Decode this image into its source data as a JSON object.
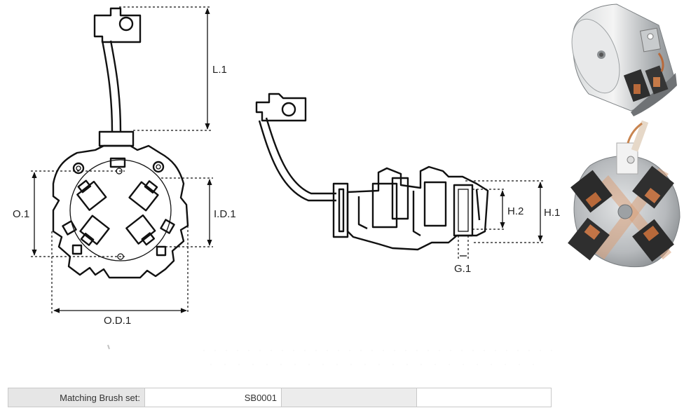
{
  "dimensions": {
    "length_1": "L.1",
    "outer_1": "O.1",
    "inner_diameter_1": "I.D.1",
    "outer_diameter_1": "O.D.1",
    "height_1": "H.1",
    "height_2": "H.2",
    "gap_1": "G.1"
  },
  "table": {
    "label": "Matching Brush set:",
    "value": "SB0001",
    "cell_3": "",
    "cell_4": ""
  },
  "colors": {
    "line": "#111111",
    "table_label_bg": "#e6e6e6",
    "table_border": "#c9c9c9",
    "copper": "#b8693a",
    "metal": "#b9bcbe"
  }
}
